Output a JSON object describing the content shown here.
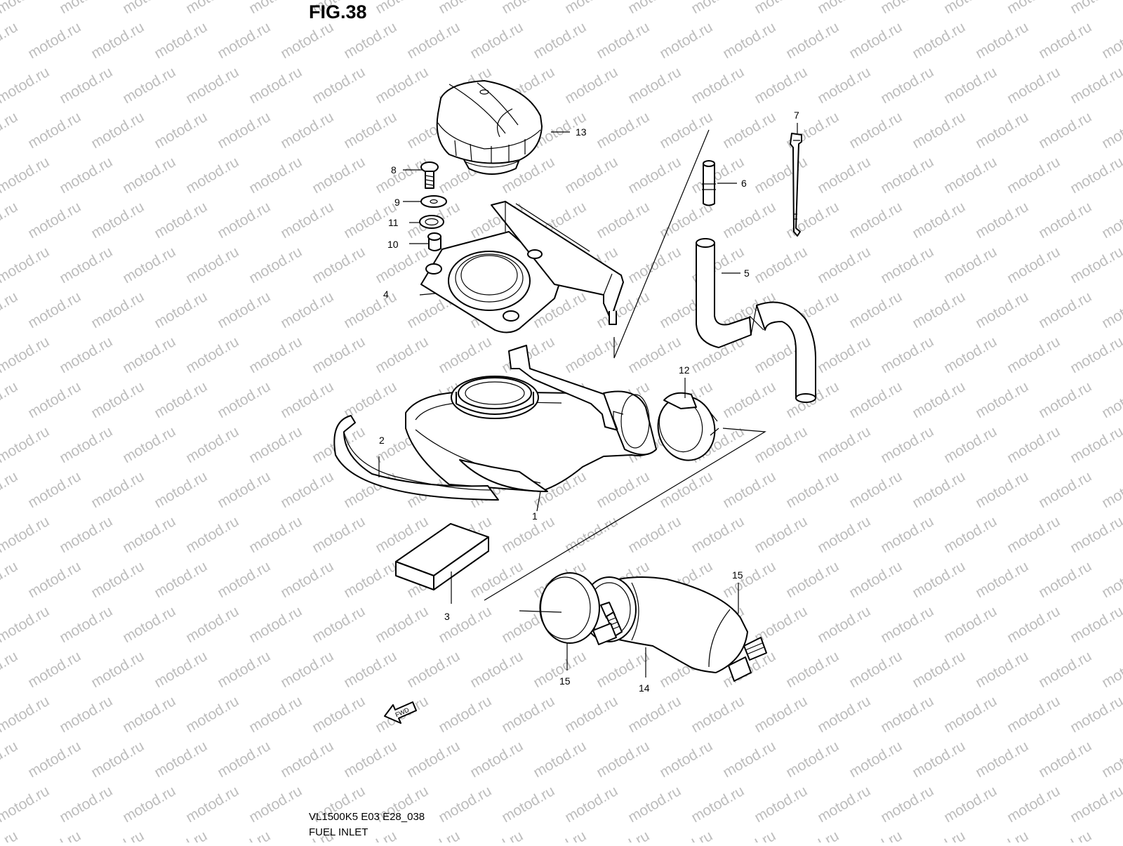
{
  "figure": {
    "title": "FIG.38",
    "model_code": "VL1500K5 E03 E28_038",
    "section_name": "FUEL INLET",
    "watermark_text": "motod.ru",
    "fwd_label": "FWD"
  },
  "callouts": [
    {
      "id": "callout-1",
      "number": "1",
      "part": "fuel-inlet-housing"
    },
    {
      "id": "callout-2",
      "number": "2",
      "part": "seal-strip"
    },
    {
      "id": "callout-3",
      "number": "3",
      "part": "cushion-block"
    },
    {
      "id": "callout-4",
      "number": "4",
      "part": "mounting-plate"
    },
    {
      "id": "callout-5",
      "number": "5",
      "part": "drain-hose"
    },
    {
      "id": "callout-6",
      "number": "6",
      "part": "hose-connector"
    },
    {
      "id": "callout-7",
      "number": "7",
      "part": "cable-tie"
    },
    {
      "id": "callout-8",
      "number": "8",
      "part": "screw"
    },
    {
      "id": "callout-9",
      "number": "9",
      "part": "washer"
    },
    {
      "id": "callout-10",
      "number": "10",
      "part": "spacer"
    },
    {
      "id": "callout-11",
      "number": "11",
      "part": "cushion-ring"
    },
    {
      "id": "callout-12",
      "number": "12",
      "part": "hose-clamp-ring"
    },
    {
      "id": "callout-13",
      "number": "13",
      "part": "fuel-cap"
    },
    {
      "id": "callout-14",
      "number": "14",
      "part": "inlet-hose"
    },
    {
      "id": "callout-15a",
      "number": "15",
      "part": "hose-clamp"
    },
    {
      "id": "callout-15b",
      "number": "15",
      "part": "hose-clamp"
    }
  ],
  "colors": {
    "line": "#000000",
    "watermark": "#bdbdbd",
    "background": "#ffffff"
  }
}
